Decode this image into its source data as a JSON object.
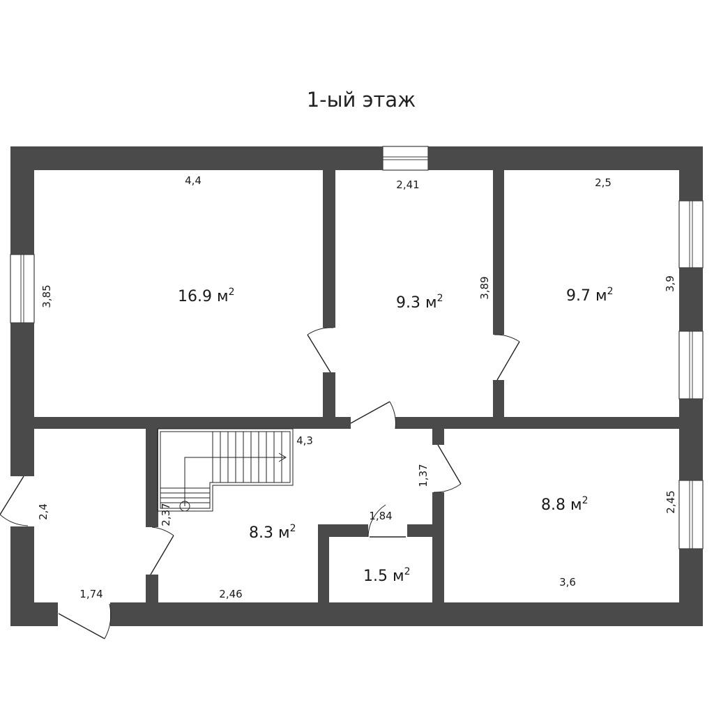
{
  "title": "1-ый этаж",
  "area_unit": "м",
  "area_exp": "2",
  "rooms": [
    {
      "id": "room-living",
      "area": "16.9"
    },
    {
      "id": "room-bedroom-1",
      "area": "9.3"
    },
    {
      "id": "room-bedroom-2",
      "area": "9.7"
    },
    {
      "id": "room-hall",
      "area": "8.3"
    },
    {
      "id": "room-kitchen",
      "area": "8.8"
    },
    {
      "id": "room-bathroom",
      "area": "1.5"
    }
  ],
  "dimensions": {
    "living_width": "4,4",
    "living_height": "3,85",
    "bed1_width": "2,41",
    "bed1_height": "3,89",
    "bed2_width": "2,5",
    "bed2_height": "3,9",
    "stair_width": "4,3",
    "hall_door_side": "1,37",
    "entry_height": "2,4",
    "entry_width": "1,74",
    "stair_side": "2,37",
    "hall_width": "2,46",
    "bath_width": "1,84",
    "kitchen_height": "2,45",
    "kitchen_width": "3,6"
  }
}
